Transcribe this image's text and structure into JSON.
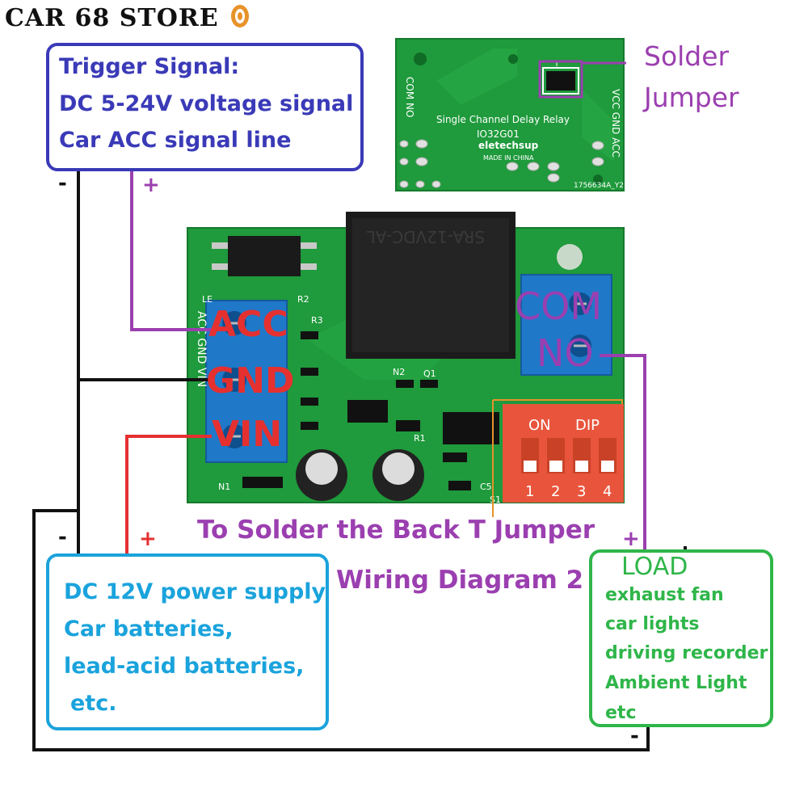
{
  "store": {
    "name": "CAR 68 STORE"
  },
  "trigger_box": {
    "title": "Trigger Signal:",
    "line1": "DC 5-24V voltage signal",
    "line2": "Car ACC signal line"
  },
  "power_box": {
    "line1": "DC 12V power supply",
    "line2": "Car batteries,",
    "line3": "lead-acid batteries,",
    "line4": "etc."
  },
  "load_box": {
    "title": "LOAD",
    "items": [
      "exhaust fan",
      "car lights",
      "driving recorder",
      "Ambient Light",
      "etc"
    ]
  },
  "solder": {
    "line1": "Solder",
    "line2": "Jumper"
  },
  "captions": {
    "solder_back": "To Solder the Back T Jumper",
    "diagram": "Wiring Diagram 2"
  },
  "terminals": {
    "acc": "ACC",
    "gnd": "GND",
    "vin": "VIN",
    "com": "COM",
    "no": "NO"
  },
  "back_pcb": {
    "title": "Single Channel Delay Relay",
    "model": "IO32G01",
    "brand": "eletechsup",
    "made": "MADE IN CHINA",
    "left_pins": "COM NO",
    "right_pins": "VCC GND ACC",
    "code": "1756634A_Y2",
    "jumper": "T"
  },
  "front_pcb": {
    "relay_text": "SRA-12VDC-AL",
    "dip_on": "ON",
    "dip_label": "DIP",
    "dip_nums": [
      "1",
      "2",
      "3",
      "4"
    ],
    "silk_left": "ACC GND VIN",
    "r2": "R2",
    "r3": "R3",
    "r1": "R1",
    "n2": "N2",
    "q1": "Q1",
    "n1": "N1",
    "c5": "C5",
    "s1": "S1",
    "led": "LE"
  },
  "signs": {
    "trigger_neg": "-",
    "trigger_pos": "+",
    "power_neg": "-",
    "power_pos": "+",
    "load_pos": "+",
    "load_neg": "-"
  },
  "colors": {
    "trigger": "#3a3ab8",
    "power": "#1aa3dc",
    "load": "#2fb64a",
    "purple": "#9b3fb0",
    "red": "#e53030",
    "pcb": "#1f9a3c",
    "terminal": "#1f78c8",
    "dip": "#e8553c"
  }
}
